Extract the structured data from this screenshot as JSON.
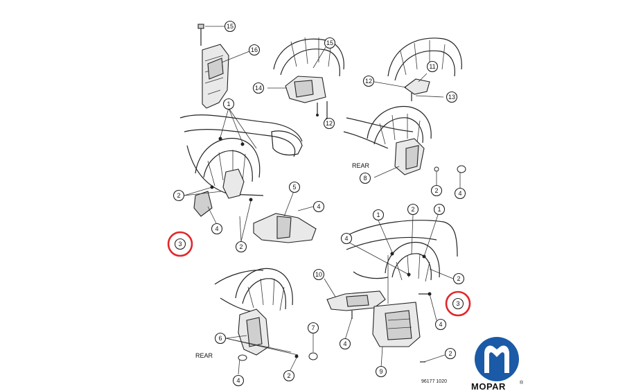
{
  "callouts": [
    {
      "id": "c15a",
      "number": "15"
    },
    {
      "id": "c16",
      "number": "16"
    },
    {
      "id": "c15b",
      "number": "15"
    },
    {
      "id": "c14",
      "number": "14"
    },
    {
      "id": "c12a",
      "number": "12"
    },
    {
      "id": "c11",
      "number": "11"
    },
    {
      "id": "c12b",
      "number": "12"
    },
    {
      "id": "c13",
      "number": "13"
    },
    {
      "id": "c1a",
      "number": "1"
    },
    {
      "id": "c2a",
      "number": "2"
    },
    {
      "id": "c4a",
      "number": "4"
    },
    {
      "id": "c3a",
      "number": "3"
    },
    {
      "id": "c2b",
      "number": "2"
    },
    {
      "id": "c5",
      "number": "5"
    },
    {
      "id": "c4b",
      "number": "4"
    },
    {
      "id": "c8",
      "number": "8"
    },
    {
      "id": "c2c",
      "number": "2"
    },
    {
      "id": "c4c",
      "number": "4"
    },
    {
      "id": "c1b",
      "number": "1"
    },
    {
      "id": "c2d",
      "number": "2"
    },
    {
      "id": "c1c",
      "number": "1"
    },
    {
      "id": "c4d",
      "number": "4"
    },
    {
      "id": "c2e",
      "number": "2"
    },
    {
      "id": "c3b",
      "number": "3"
    },
    {
      "id": "c4e",
      "number": "4"
    },
    {
      "id": "c10",
      "number": "10"
    },
    {
      "id": "c4f",
      "number": "4"
    },
    {
      "id": "c9",
      "number": "9"
    },
    {
      "id": "c2f",
      "number": "2"
    },
    {
      "id": "c7",
      "number": "7"
    },
    {
      "id": "c6",
      "number": "6"
    },
    {
      "id": "c2g",
      "number": "2"
    },
    {
      "id": "c4g",
      "number": "4"
    }
  ],
  "labels": {
    "rear_top": "REAR",
    "rear_bottom": "REAR",
    "figure_code": "96177  1020"
  },
  "logo": {
    "text": "MOPAR",
    "trademark": "®",
    "color": "#1a5aa6"
  },
  "highlight_color": "#e0262b"
}
